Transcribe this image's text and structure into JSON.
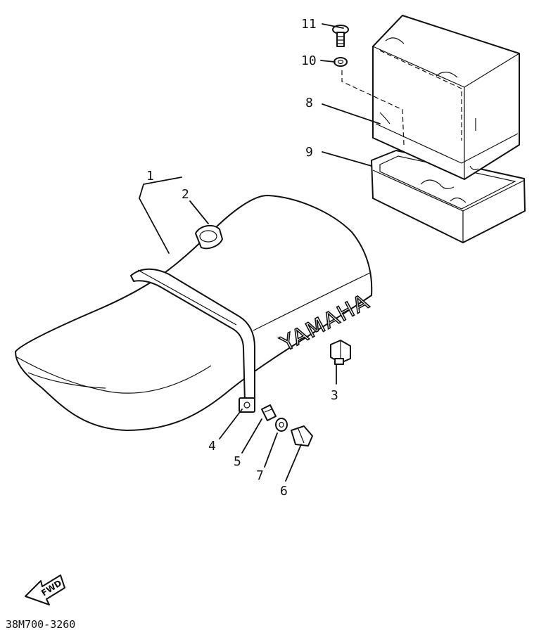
{
  "diagram": {
    "callouts": [
      {
        "id": "c1",
        "label": "1"
      },
      {
        "id": "c2",
        "label": "2"
      },
      {
        "id": "c3",
        "label": "3"
      },
      {
        "id": "c4",
        "label": "4"
      },
      {
        "id": "c5",
        "label": "5"
      },
      {
        "id": "c6",
        "label": "6"
      },
      {
        "id": "c7",
        "label": "7"
      },
      {
        "id": "c8",
        "label": "8"
      },
      {
        "id": "c9",
        "label": "9"
      },
      {
        "id": "c10",
        "label": "10"
      },
      {
        "id": "c11",
        "label": "11"
      }
    ],
    "seat_logo": "YAMAHA",
    "direction_arrow": "FWD",
    "drawing_code": "38M700-3260"
  },
  "colors": {
    "line": "#111111",
    "background": "#ffffff"
  }
}
